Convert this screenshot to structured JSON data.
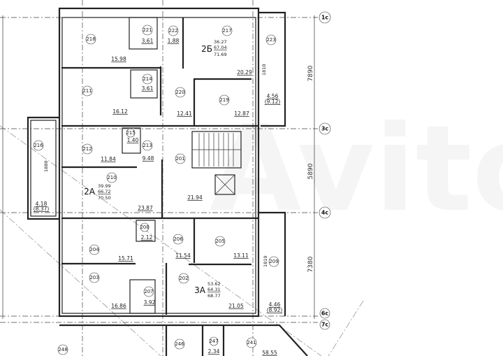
{
  "watermark": "Avito",
  "axes": [
    {
      "id": "1c",
      "label": "1c"
    },
    {
      "id": "3c",
      "label": "3c"
    },
    {
      "id": "4c",
      "label": "4c"
    },
    {
      "id": "6c",
      "label": "6c"
    },
    {
      "id": "7c",
      "label": "7c"
    }
  ],
  "dimensions": {
    "right": [
      "7890",
      "5890",
      "7380"
    ],
    "balcony_216": "1880",
    "balcony_223": "1810",
    "balcony_209": "1810"
  },
  "apartments": {
    "2B": {
      "label": "2Б",
      "living": "36.27",
      "total": "67.04",
      "total_with_balcony": "71.69"
    },
    "2A": {
      "label": "2А",
      "living": "39.99",
      "total": "66.72",
      "total_with_balcony": "70.50"
    },
    "3A": {
      "label": "3А",
      "living": "53.62",
      "total": "64.31",
      "total_with_balcony": "68.77"
    }
  },
  "rooms": {
    "r218": {
      "num": "218",
      "area": "15.98"
    },
    "r221": {
      "num": "221",
      "area": "3.61"
    },
    "r222": {
      "num": "222",
      "area": "1.88"
    },
    "r217": {
      "num": "217",
      "area": "20.29"
    },
    "r223": {
      "num": "223",
      "area": "4.56",
      "area2": "(9.12)"
    },
    "r211": {
      "num": "211",
      "area": "16.12"
    },
    "r214": {
      "num": "214",
      "area": "3.61"
    },
    "r220": {
      "num": "220",
      "area": "12.41"
    },
    "r219": {
      "num": "219",
      "area": "12.87"
    },
    "r216": {
      "num": "216",
      "area": "4.18",
      "area2": "(8.37)"
    },
    "r212": {
      "num": "212",
      "area": "11.84"
    },
    "r215": {
      "num": "215",
      "area": "1.40"
    },
    "r213": {
      "num": "213",
      "area": "9.48"
    },
    "r201": {
      "num": "201",
      "area": "21.94"
    },
    "r210": {
      "num": "210",
      "area": "23.87"
    },
    "r208": {
      "num": "208",
      "area": "2.12"
    },
    "r206": {
      "num": "206",
      "area": "11.54"
    },
    "r205": {
      "num": "205",
      "area": "13.11"
    },
    "r204": {
      "num": "204",
      "area": "15.71"
    },
    "r209": {
      "num": "209",
      "area": "4.46",
      "area2": "(8.92)"
    },
    "r203": {
      "num": "203",
      "area": "16.86"
    },
    "r207": {
      "num": "207",
      "area": "3.92"
    },
    "r202": {
      "num": "202",
      "area": "21.05"
    },
    "r248": {
      "num": "248"
    },
    "r246": {
      "num": "246"
    },
    "r247": {
      "num": "247",
      "area": "2.34"
    },
    "r241": {
      "num": "241",
      "area": "58.55"
    }
  }
}
